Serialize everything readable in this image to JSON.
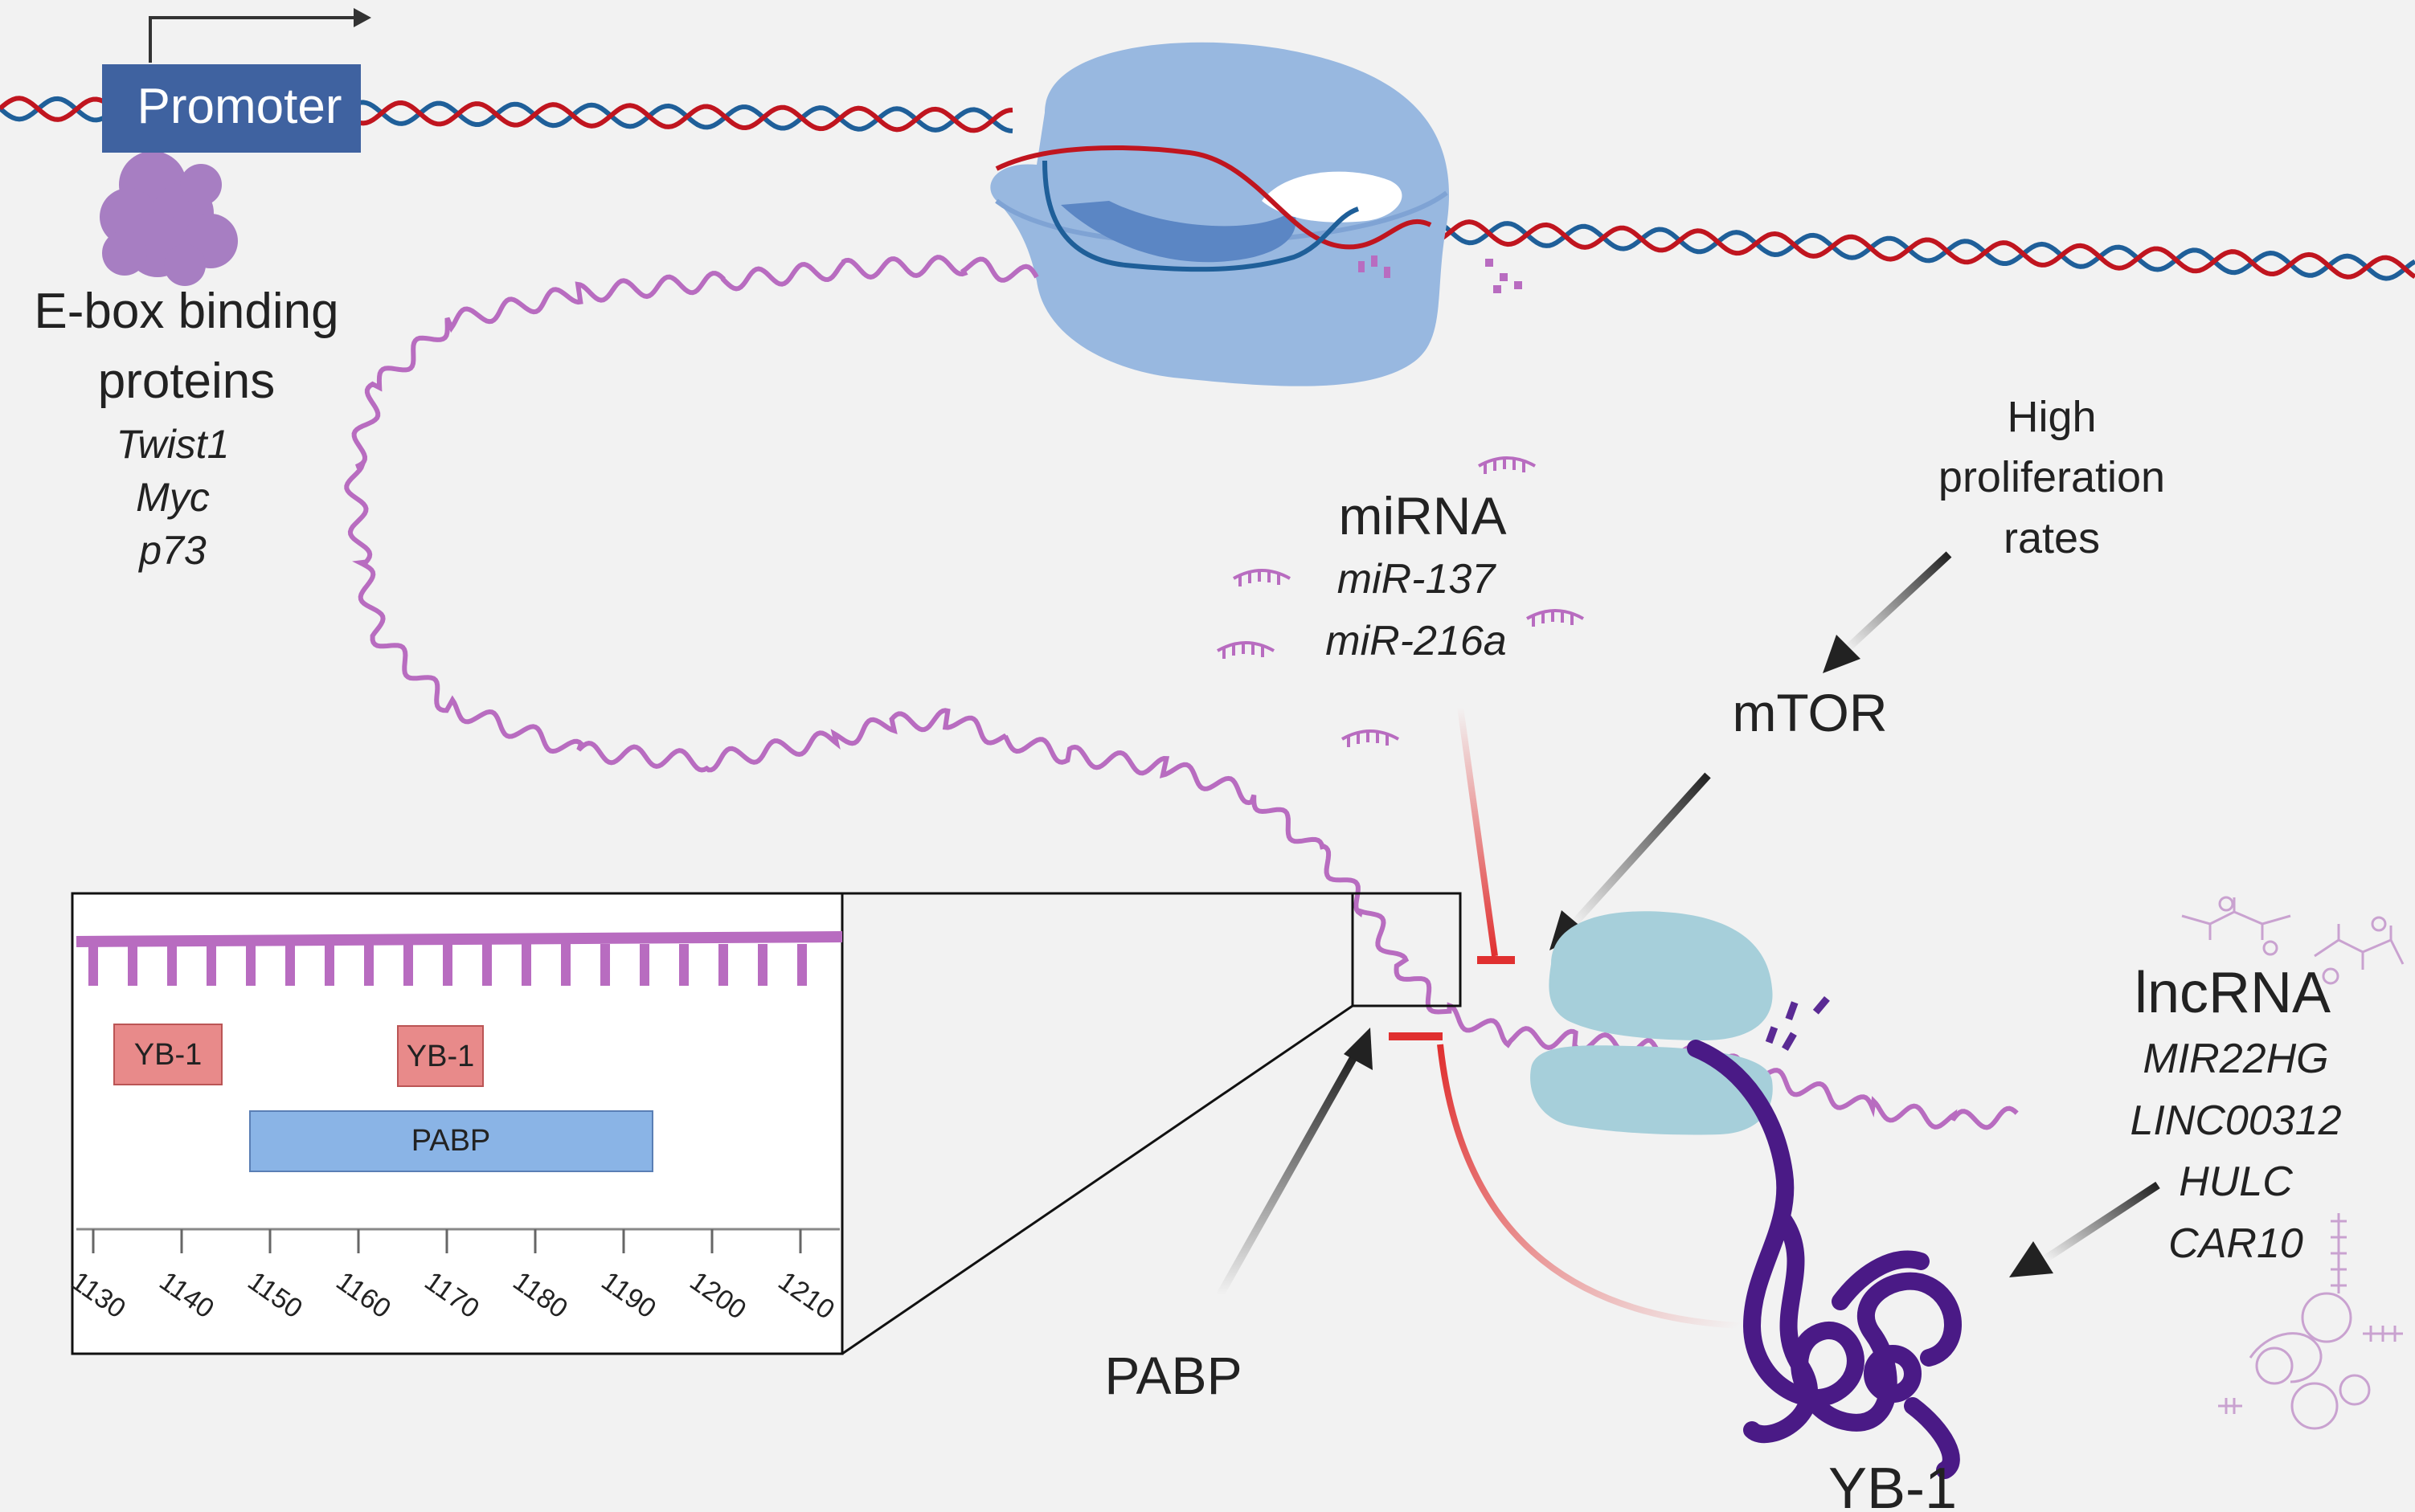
{
  "promoter": {
    "label": "Promoter"
  },
  "ebox": {
    "title_line1": "E-box binding",
    "title_line2": "proteins",
    "genes": [
      "Twist1",
      "Myc",
      "p73"
    ]
  },
  "mirna": {
    "title": "miRNA",
    "items": [
      "miR-137",
      "miR-216a"
    ]
  },
  "proliferation": {
    "lines": [
      "High",
      "proliferation",
      "rates"
    ]
  },
  "mtor": {
    "label": "mTOR"
  },
  "lncrna": {
    "title": "lncRNA",
    "items": [
      "MIR22HG",
      "LINC00312",
      "HULC",
      "CAR10"
    ]
  },
  "pabp": {
    "label": "PABP"
  },
  "yb1": {
    "label": "YB-1"
  },
  "inset": {
    "yb1_boxes": [
      "YB-1",
      "YB-1"
    ],
    "pabp_box": "PABP",
    "axis_ticks": [
      "1130",
      "1140",
      "1150",
      "1160",
      "1170",
      "1180",
      "1190",
      "1200",
      "1210"
    ]
  },
  "colors": {
    "background": "#f2f2f2",
    "dna_red": "#c0151f",
    "dna_blue": "#1f5f99",
    "mrna": "#b86cc0",
    "promoter_box": "#3f62a0",
    "polymerase": "#98b8e0",
    "ribosome": "#a6cfda",
    "yb1_protein": "#4a1a86",
    "inhibit_red": "#e03030",
    "ebox_protein": "#9a6aba",
    "inset_yb1": "#e88a8a",
    "inset_pabp": "#8ab4e6"
  }
}
